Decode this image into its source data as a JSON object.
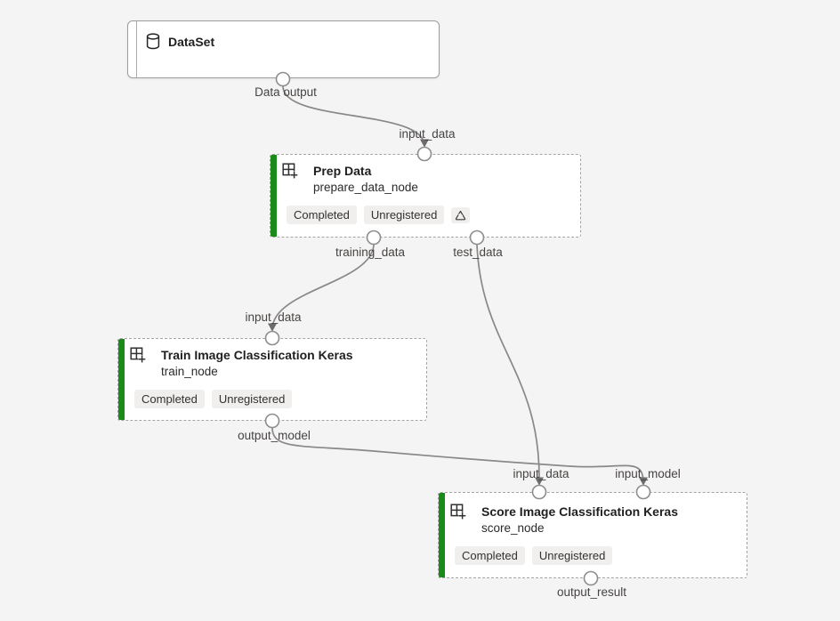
{
  "colors": {
    "canvas_bg": "#f5f4f4",
    "node_bg": "#ffffff",
    "accent_green": "#1a8a1a",
    "edge_gray": "#8a8886",
    "badge_bg": "#f1efee",
    "badge_text": "#323130"
  },
  "icons": {
    "dataset": "database-icon",
    "component": "component-icon",
    "reuse": "reuse-icon"
  },
  "nodes": {
    "dataset": {
      "title": "DataSet",
      "ports": {
        "output": {
          "label": "Data output"
        }
      }
    },
    "prep": {
      "title": "Prep Data",
      "subtitle": "prepare_data_node",
      "status_badge": "Completed",
      "registration_badge": "Unregistered",
      "ports": {
        "input": {
          "label": "input_data"
        },
        "training": {
          "label": "training_data"
        },
        "test": {
          "label": "test_data"
        }
      }
    },
    "train": {
      "title": "Train Image Classification Keras",
      "subtitle": "train_node",
      "status_badge": "Completed",
      "registration_badge": "Unregistered",
      "ports": {
        "input": {
          "label": "input_data"
        },
        "output": {
          "label": "output_model"
        }
      }
    },
    "score": {
      "title": "Score Image Classification Keras",
      "subtitle": "score_node",
      "status_badge": "Completed",
      "registration_badge": "Unregistered",
      "ports": {
        "input_data": {
          "label": "input_data"
        },
        "input_model": {
          "label": "input_model"
        },
        "output": {
          "label": "output_result"
        }
      }
    }
  },
  "edges": [
    {
      "from_node": "dataset",
      "from_port": "Data output",
      "to_node": "prep",
      "to_port": "input_data"
    },
    {
      "from_node": "prep",
      "from_port": "training_data",
      "to_node": "train",
      "to_port": "input_data"
    },
    {
      "from_node": "prep",
      "from_port": "test_data",
      "to_node": "score",
      "to_port": "input_data"
    },
    {
      "from_node": "train",
      "from_port": "output_model",
      "to_node": "score",
      "to_port": "input_model"
    }
  ]
}
